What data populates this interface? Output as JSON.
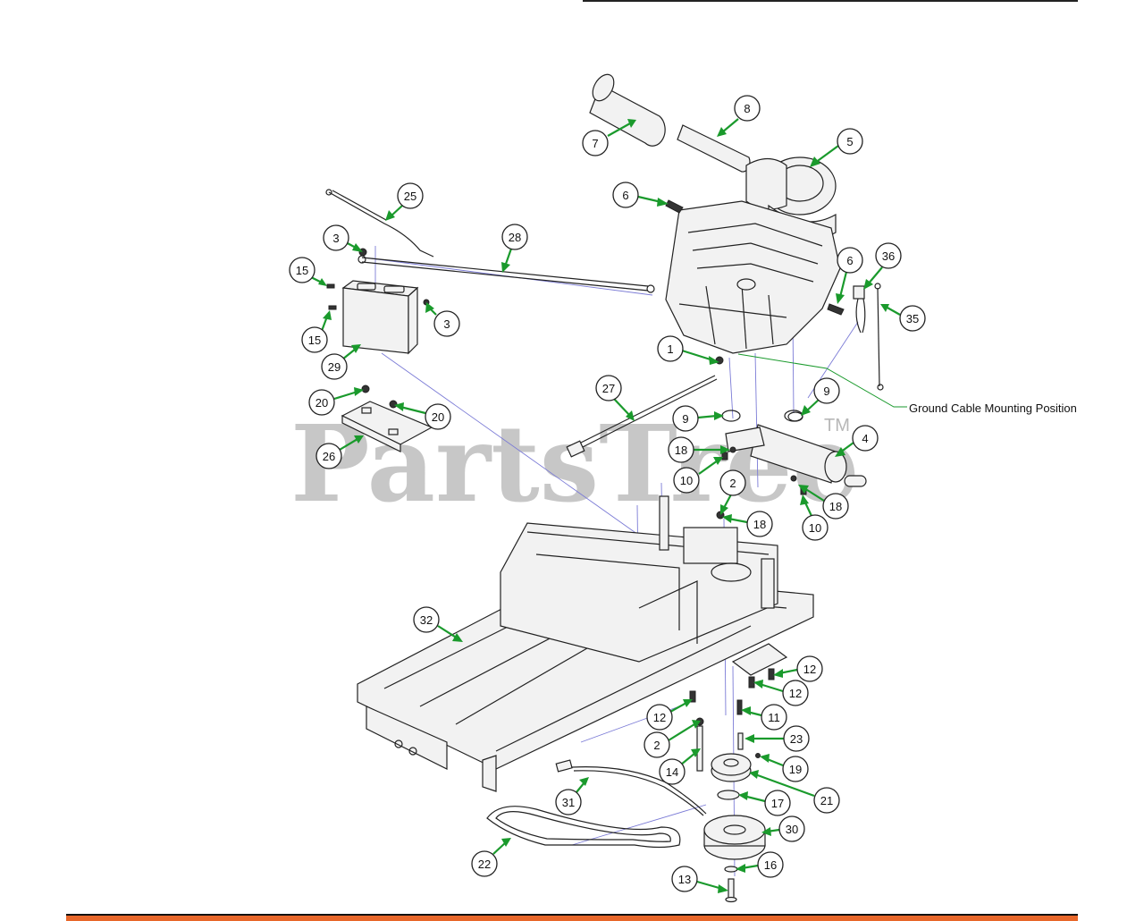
{
  "watermark": {
    "text": "PartsTree",
    "trademark": "TM"
  },
  "ground_label": "Ground Cable Mounting Position",
  "callouts": [
    {
      "label": "1"
    },
    {
      "label": "2"
    },
    {
      "label": "2"
    },
    {
      "label": "3"
    },
    {
      "label": "3"
    },
    {
      "label": "4"
    },
    {
      "label": "5"
    },
    {
      "label": "6"
    },
    {
      "label": "6"
    },
    {
      "label": "7"
    },
    {
      "label": "8"
    },
    {
      "label": "9"
    },
    {
      "label": "9"
    },
    {
      "label": "10"
    },
    {
      "label": "10"
    },
    {
      "label": "11"
    },
    {
      "label": "12"
    },
    {
      "label": "12"
    },
    {
      "label": "12"
    },
    {
      "label": "13"
    },
    {
      "label": "14"
    },
    {
      "label": "15"
    },
    {
      "label": "15"
    },
    {
      "label": "16"
    },
    {
      "label": "17"
    },
    {
      "label": "18"
    },
    {
      "label": "18"
    },
    {
      "label": "18"
    },
    {
      "label": "19"
    },
    {
      "label": "20"
    },
    {
      "label": "20"
    },
    {
      "label": "21"
    },
    {
      "label": "22"
    },
    {
      "label": "23"
    },
    {
      "label": "25"
    },
    {
      "label": "26"
    },
    {
      "label": "27"
    },
    {
      "label": "28"
    },
    {
      "label": "29"
    },
    {
      "label": "30"
    },
    {
      "label": "31"
    },
    {
      "label": "32"
    },
    {
      "label": "35"
    },
    {
      "label": "36"
    }
  ],
  "colors": {
    "leader": "#1a9a2c",
    "guide": "#7b7bd6",
    "accent_bar": "#e8672a"
  }
}
